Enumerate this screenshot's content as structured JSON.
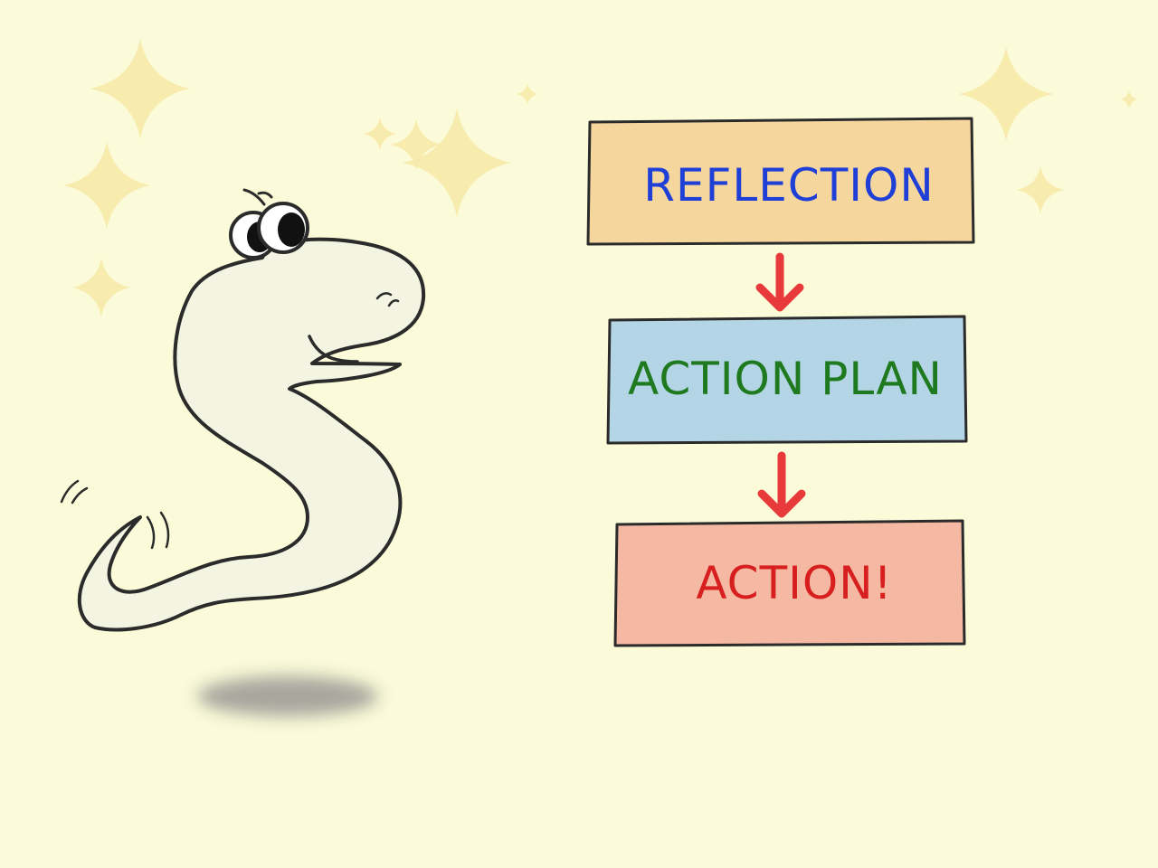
{
  "colors": {
    "background": "#fbfbd9",
    "sparkle": "#f6e9a8",
    "outline": "#2b2b2b",
    "creature_body": "#f3f5e2",
    "shadow": "#8a8a8a",
    "arrow": "#e83a3a"
  },
  "steps": [
    {
      "label": "REFLECTION",
      "fill": "#f5d79e",
      "text_color": "#1f3fd6"
    },
    {
      "label": "ACTION  PLAN",
      "fill": "#b3d5e6",
      "text_color": "#1f7a1f"
    },
    {
      "label": "ACTION!",
      "fill": "#f5b8a2",
      "text_color": "#d81f1f"
    }
  ],
  "illustration": {
    "character": "worm-creature",
    "decoration": "sparkle-icon"
  }
}
